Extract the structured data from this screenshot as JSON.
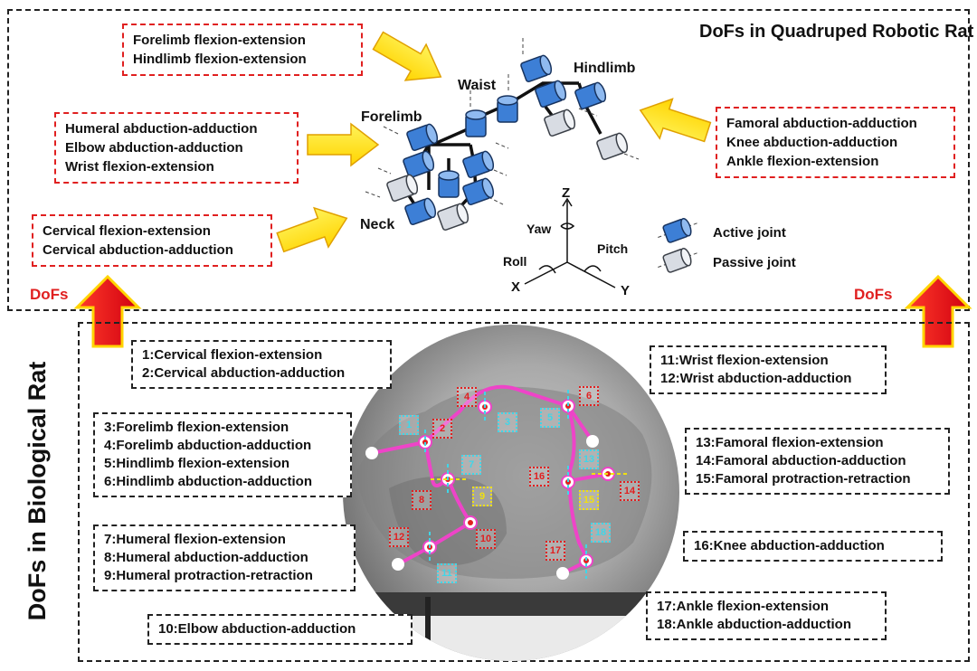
{
  "top_panel": {
    "title": "DoFs in Quadruped Robotic Rat",
    "dofs_left": "DoFs",
    "dofs_right": "DoFs",
    "box_flexion": [
      "Forelimb flexion-extension",
      "Hindlimb flexion-extension"
    ],
    "box_humeral": [
      "Humeral abduction-adduction",
      "Elbow abduction-adduction",
      "Wrist flexion-extension"
    ],
    "box_cervical": [
      "Cervical flexion-extension",
      "Cervical abduction-adduction"
    ],
    "box_famoral": [
      "Famoral abduction-adduction",
      "Knee abduction-adduction",
      "Ankle flexion-extension"
    ],
    "labels": {
      "waist": "Waist",
      "hindlimb": "Hindlimb",
      "forelimb": "Forelimb",
      "neck": "Neck",
      "axis_z": "Z",
      "axis_x": "X",
      "axis_y": "Y",
      "yaw": "Yaw",
      "roll": "Roll",
      "pitch": "Pitch",
      "active_joint": "Active joint",
      "passive_joint": "Passive joint"
    },
    "colors": {
      "active": "#3d7fd6",
      "passive": "#d8dce3",
      "arrow_yellow": "#ffe600",
      "arrow_red": "#e8151b",
      "label_red": "#e02020"
    }
  },
  "bottom_panel": {
    "title": "DoFs in Biological Rat",
    "boxes": {
      "b1": [
        "1:Cervical flexion-extension",
        "2:Cervical abduction-adduction"
      ],
      "b3": [
        "3:Forelimb flexion-extension",
        "4:Forelimb abduction-adduction",
        "5:Hindlimb flexion-extension",
        "6:Hindlimb abduction-adduction"
      ],
      "b7": [
        "7:Humeral flexion-extension",
        "8:Humeral abduction-adduction",
        "9:Humeral protraction-retraction"
      ],
      "b10": [
        "10:Elbow abduction-adduction"
      ],
      "b11": [
        "11:Wrist flexion-extension",
        "12:Wrist abduction-adduction"
      ],
      "b13": [
        "13:Famoral flexion-extension",
        "14:Famoral abduction-adduction",
        "15:Famoral protraction-retraction"
      ],
      "b16": [
        "16:Knee abduction-adduction"
      ],
      "b17": [
        "17:Ankle flexion-extension",
        "18:Ankle abduction-adduction"
      ]
    },
    "markers": {
      "m1": "1",
      "m2": "2",
      "m3": "3",
      "m4": "4",
      "m5": "5",
      "m6": "6",
      "m7": "7",
      "m8": "8",
      "m9": "9",
      "m10": "10",
      "m11": "11",
      "m12": "12",
      "m13": "13",
      "m14": "14",
      "m15": "15",
      "m16": "16",
      "m17": "17",
      "m18": "18"
    },
    "colors": {
      "skeleton": "#ee44c8",
      "cyan": "#3fd6e8",
      "red": "#e02020",
      "yellow": "#f0e010"
    }
  }
}
